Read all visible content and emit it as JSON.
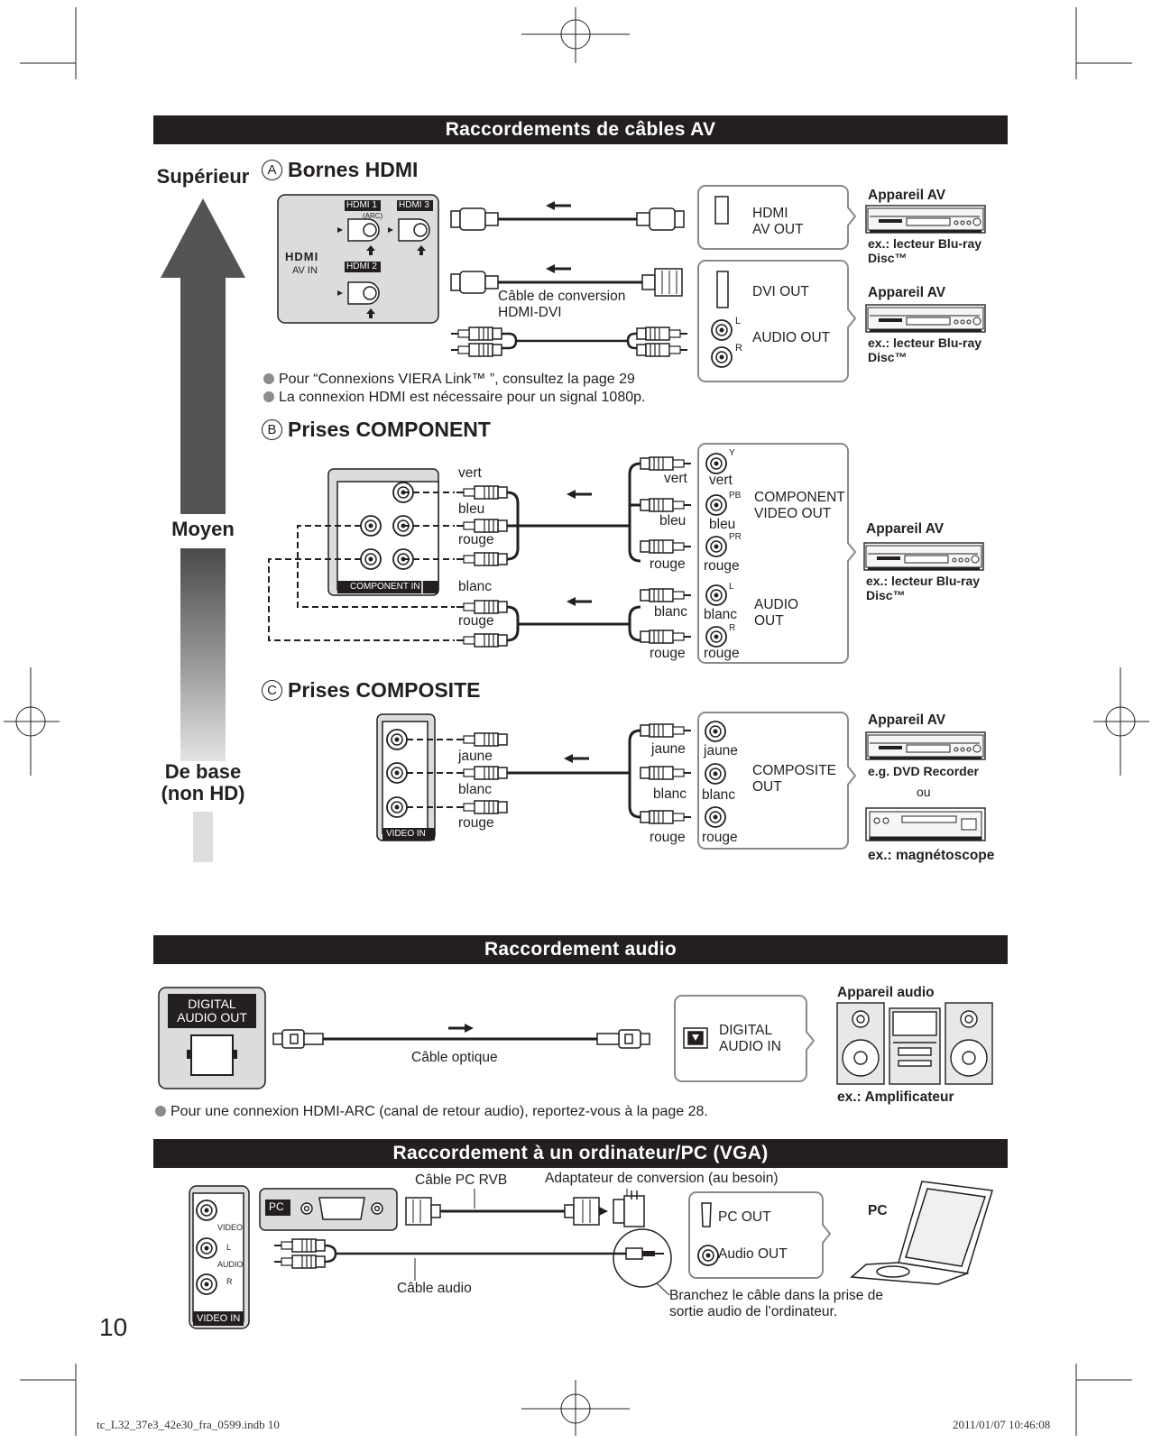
{
  "av_section": {
    "bar_title": "Raccordements de câbles AV",
    "scale": {
      "top": "Supérieur",
      "middle": "Moyen",
      "bottom_line1": "De base",
      "bottom_line2": "(non HD)"
    },
    "hdmi": {
      "letter": "A",
      "title": "Bornes HDMI",
      "tv_panel": {
        "port1": "HDMI 1",
        "arc": "(ARC)",
        "port3": "HDMI 3",
        "port2": "HDMI 2",
        "logo": "HDMI",
        "av_in": "AV IN"
      },
      "cable_label_line1": "Câble de conversion",
      "cable_label_line2": "HDMI-DVI",
      "device_box1": {
        "line1": "HDMI",
        "line2": "AV OUT"
      },
      "device_box2": {
        "dvi": "DVI OUT",
        "audio": "AUDIO OUT",
        "l": "L",
        "r": "R"
      },
      "device1": {
        "title": "Appareil AV",
        "caption_line1": "ex.: lecteur Blu-ray",
        "caption_line2": "Disc™"
      },
      "device2": {
        "title": "Appareil AV",
        "caption_line1": "ex.: lecteur Blu-ray",
        "caption_line2": "Disc™"
      },
      "notes": [
        "Pour “Connexions VIERA Link™ ”, consultez la page 29",
        "La connexion HDMI est nécessaire pour un signal 1080p."
      ]
    },
    "component": {
      "letter": "B",
      "title": "Prises COMPONENT",
      "tv_panel_label": "COMPONENT IN",
      "left_labels": [
        "vert",
        "bleu",
        "rouge",
        "blanc",
        "rouge"
      ],
      "right_labels_plug": [
        "vert",
        "bleu",
        "rouge",
        "blanc",
        "rouge"
      ],
      "right_labels_jack": [
        "vert",
        "bleu",
        "rouge",
        "blanc",
        "rouge"
      ],
      "jack_marks": [
        "Y",
        "PB",
        "PR",
        "L",
        "R"
      ],
      "box_video_line1": "COMPONENT",
      "box_video_line2": "VIDEO OUT",
      "box_audio_line1": "AUDIO",
      "box_audio_line2": "OUT",
      "device": {
        "title": "Appareil AV",
        "caption_line1": "ex.: lecteur Blu-ray",
        "caption_line2": "Disc™"
      }
    },
    "composite": {
      "letter": "C",
      "title": "Prises COMPOSITE",
      "tv_panel_label": "VIDEO IN",
      "left_labels": [
        "jaune",
        "blanc",
        "rouge"
      ],
      "right_labels_plug": [
        "jaune",
        "blanc",
        "rouge"
      ],
      "right_labels_jack": [
        "jaune",
        "blanc",
        "rouge"
      ],
      "box_line1": "COMPOSITE",
      "box_line2": "OUT",
      "device": {
        "title": "Appareil AV",
        "caption1": "e.g. DVD Recorder",
        "or": "ou",
        "caption2": "ex.: magnétoscope"
      }
    }
  },
  "audio_section": {
    "bar_title": "Raccordement audio",
    "tv_label_line1": "DIGITAL",
    "tv_label_line2": "AUDIO OUT",
    "cable": "Câble optique",
    "box_line1": "DIGITAL",
    "box_line2": "AUDIO IN",
    "device_title": "Appareil audio",
    "device_caption": "ex.: Amplificateur",
    "note": "Pour une connexion HDMI-ARC (canal de retour audio), reportez-vous à la page 28."
  },
  "pc_section": {
    "bar_title": "Raccordement à un ordinateur/PC (VGA)",
    "pc_port": "PC",
    "cable_rgb": "Câble PC RVB",
    "adapter": "Adaptateur de conversion (au besoin)",
    "cable_audio": "Câble audio",
    "box_pc_out": "PC OUT",
    "box_audio_out": "Audio OUT",
    "device_title": "PC",
    "note_line1": "Branchez le câble dans la prise de",
    "note_line2": "sortie audio de l’ordinateur.",
    "panel_video": "VIDEO",
    "panel_audio": "AUDIO",
    "panel_l": "L",
    "panel_r": "R",
    "panel_label": "VIDEO IN"
  },
  "page_number": "10",
  "footer": {
    "file": "tc_L32_37e3_42e30_fra_0599.indb 10",
    "date": "2011/01/07 10:46:08"
  }
}
